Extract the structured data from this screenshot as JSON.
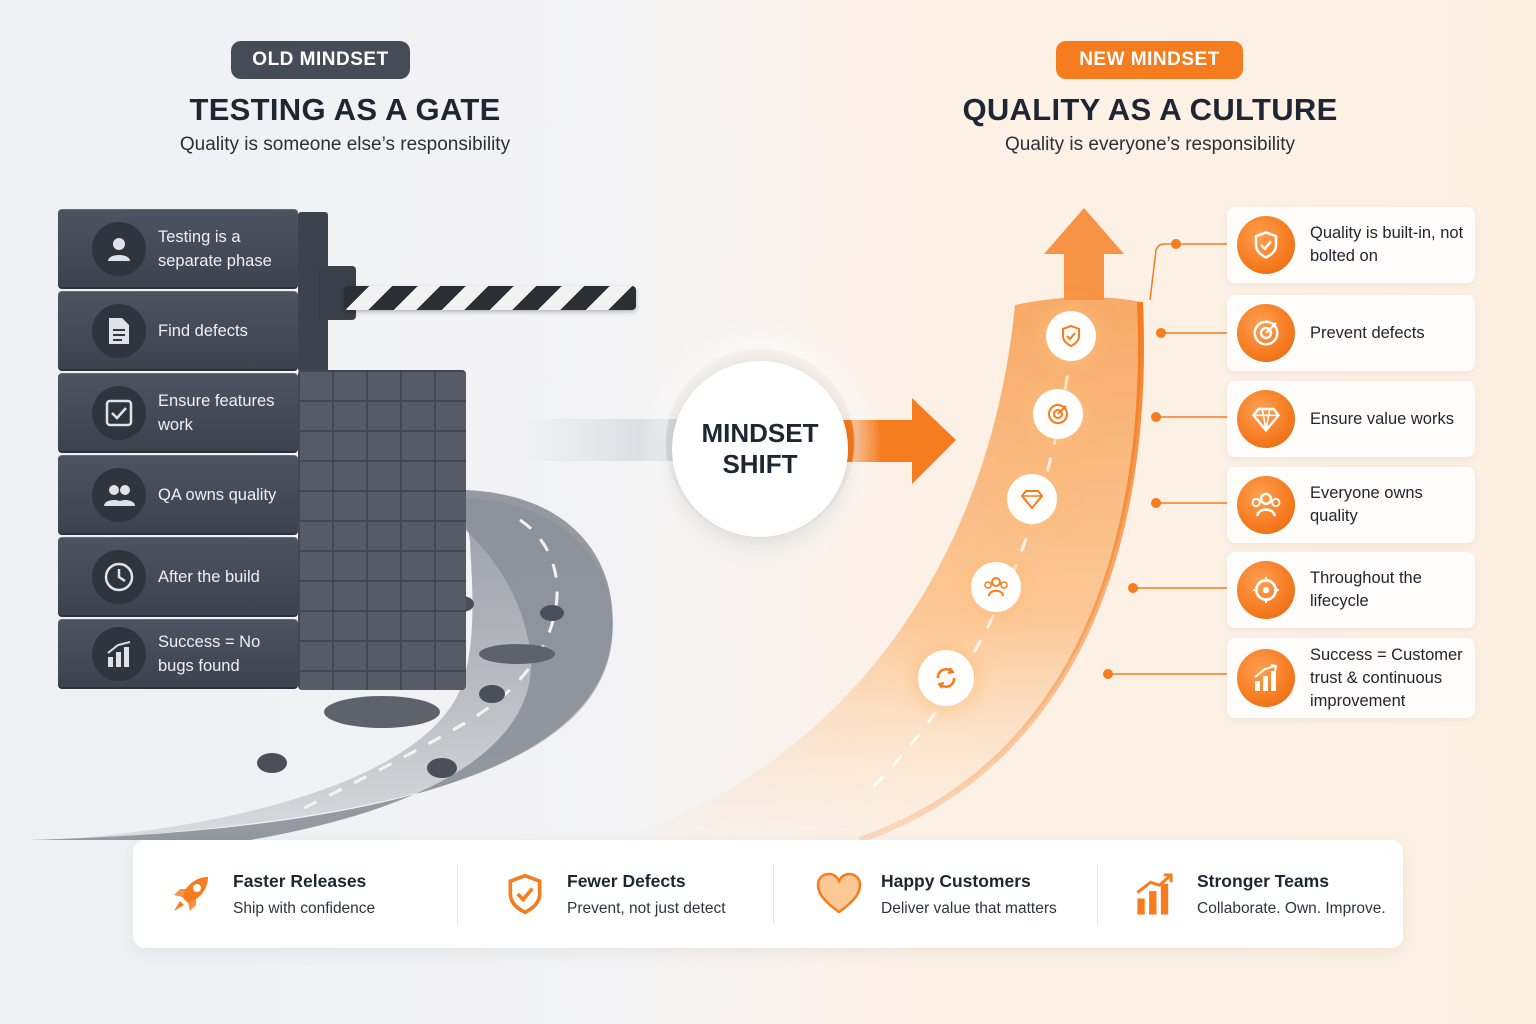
{
  "old": {
    "pill": "OLD MINDSET",
    "heading": "TESTING AS A GATE",
    "subtitle": "Quality is someone else’s responsibility",
    "items": [
      {
        "label": "Testing is a separate phase",
        "icon": "person-icon"
      },
      {
        "label": "Find defects",
        "icon": "document-icon"
      },
      {
        "label": "Ensure features work",
        "icon": "checkbox-icon"
      },
      {
        "label": "QA owns quality",
        "icon": "users-icon"
      },
      {
        "label": "After the build",
        "icon": "clock-icon"
      },
      {
        "label": "Success = No bugs found",
        "icon": "bar-chart-icon"
      }
    ]
  },
  "shift": {
    "line1": "MINDSET",
    "line2": "SHIFT"
  },
  "new": {
    "pill": "NEW MINDSET",
    "heading": "QUALITY AS A CULTURE",
    "subtitle": "Quality is everyone’s responsibility",
    "items": [
      {
        "label": "Quality is built-in, not bolted on",
        "icon": "shield-check-icon"
      },
      {
        "label": "Prevent defects",
        "icon": "target-icon"
      },
      {
        "label": "Ensure value works",
        "icon": "diamond-icon"
      },
      {
        "label": "Everyone owns quality",
        "icon": "team-icon"
      },
      {
        "label": "Throughout the lifecycle",
        "icon": "cycle-icon"
      },
      {
        "label": "Success = Customer trust & continuous improvement",
        "icon": "growth-chart-icon"
      }
    ]
  },
  "benefits": [
    {
      "title": "Faster Releases",
      "subtitle": "Ship with confidence",
      "icon": "rocket-icon"
    },
    {
      "title": "Fewer Defects",
      "subtitle": "Prevent, not just detect",
      "icon": "shield-check-icon"
    },
    {
      "title": "Happy Customers",
      "subtitle": "Deliver value that matters",
      "icon": "heart-icon"
    },
    {
      "title": "Stronger Teams",
      "subtitle": "Collaborate. Own. Improve.",
      "icon": "growth-chart-icon"
    }
  ],
  "colors": {
    "accent": "#f57c1f",
    "dark": "#454b57",
    "text": "#1f2633"
  }
}
